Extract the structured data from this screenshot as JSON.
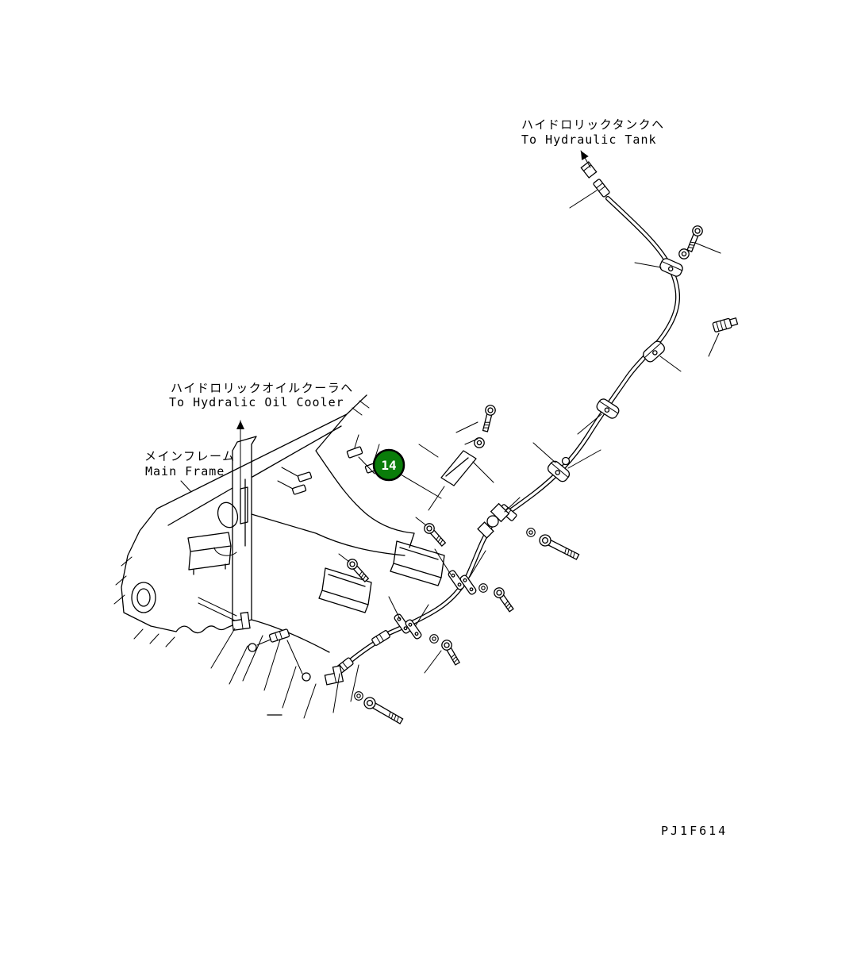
{
  "page": {
    "background": "#ffffff",
    "part_code": "PJ1F614"
  },
  "labels": {
    "hydraulic_tank_jp": "ハイドロリックタンクヘ",
    "hydraulic_tank_en": "To Hydraulic Tank",
    "oil_cooler_jp": "ハイドロリックオイルクーラヘ",
    "oil_cooler_en": "To Hydralic Oil Cooler",
    "main_frame_jp": "メインフレーム",
    "main_frame_en": "Main Frame"
  },
  "callout": {
    "number": "14",
    "fill": "#0a7d0a",
    "text_color": "#ffffff"
  },
  "colors": {
    "line": "#000000",
    "background": "#ffffff"
  }
}
